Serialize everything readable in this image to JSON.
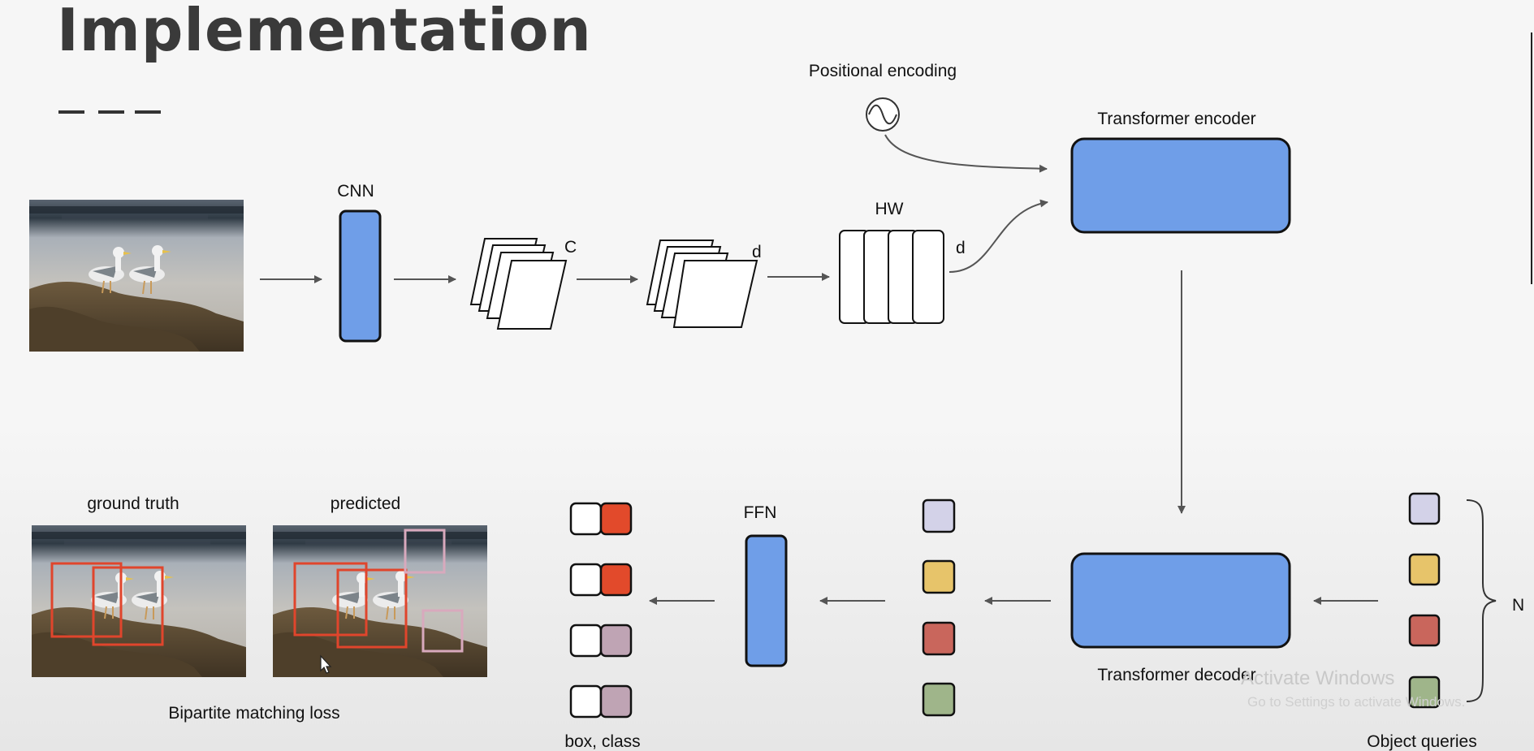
{
  "slide": {
    "title": "Implementation"
  },
  "diagram": {
    "labels": {
      "positional_encoding": "Positional encoding",
      "transformer_encoder": "Transformer encoder",
      "cnn": "CNN",
      "c": "C",
      "d_features": "d",
      "hw": "HW",
      "d_sequence": "d",
      "ground_truth": "ground truth",
      "predicted": "predicted",
      "bipartite_loss": "Bipartite matching loss",
      "box_class": "box, class",
      "ffn": "FFN",
      "transformer_decoder": "Transformer decoder",
      "object_queries": "Object queries",
      "n": "N"
    },
    "colors": {
      "block_blue": "#6f9ee8",
      "query_lavender": "#d3d2e8",
      "query_yellow": "#e7c46a",
      "query_red": "#c9665c",
      "query_green": "#9fb58a",
      "class_red": "#e24a2b",
      "class_mauve": "#bfa4b4",
      "box_stroke": "#e0452c",
      "noobj_box_stroke": "#d8a9bd"
    }
  },
  "watermark": {
    "line1": "Activate Windows",
    "line2": "Go to Settings to activate Windows."
  }
}
